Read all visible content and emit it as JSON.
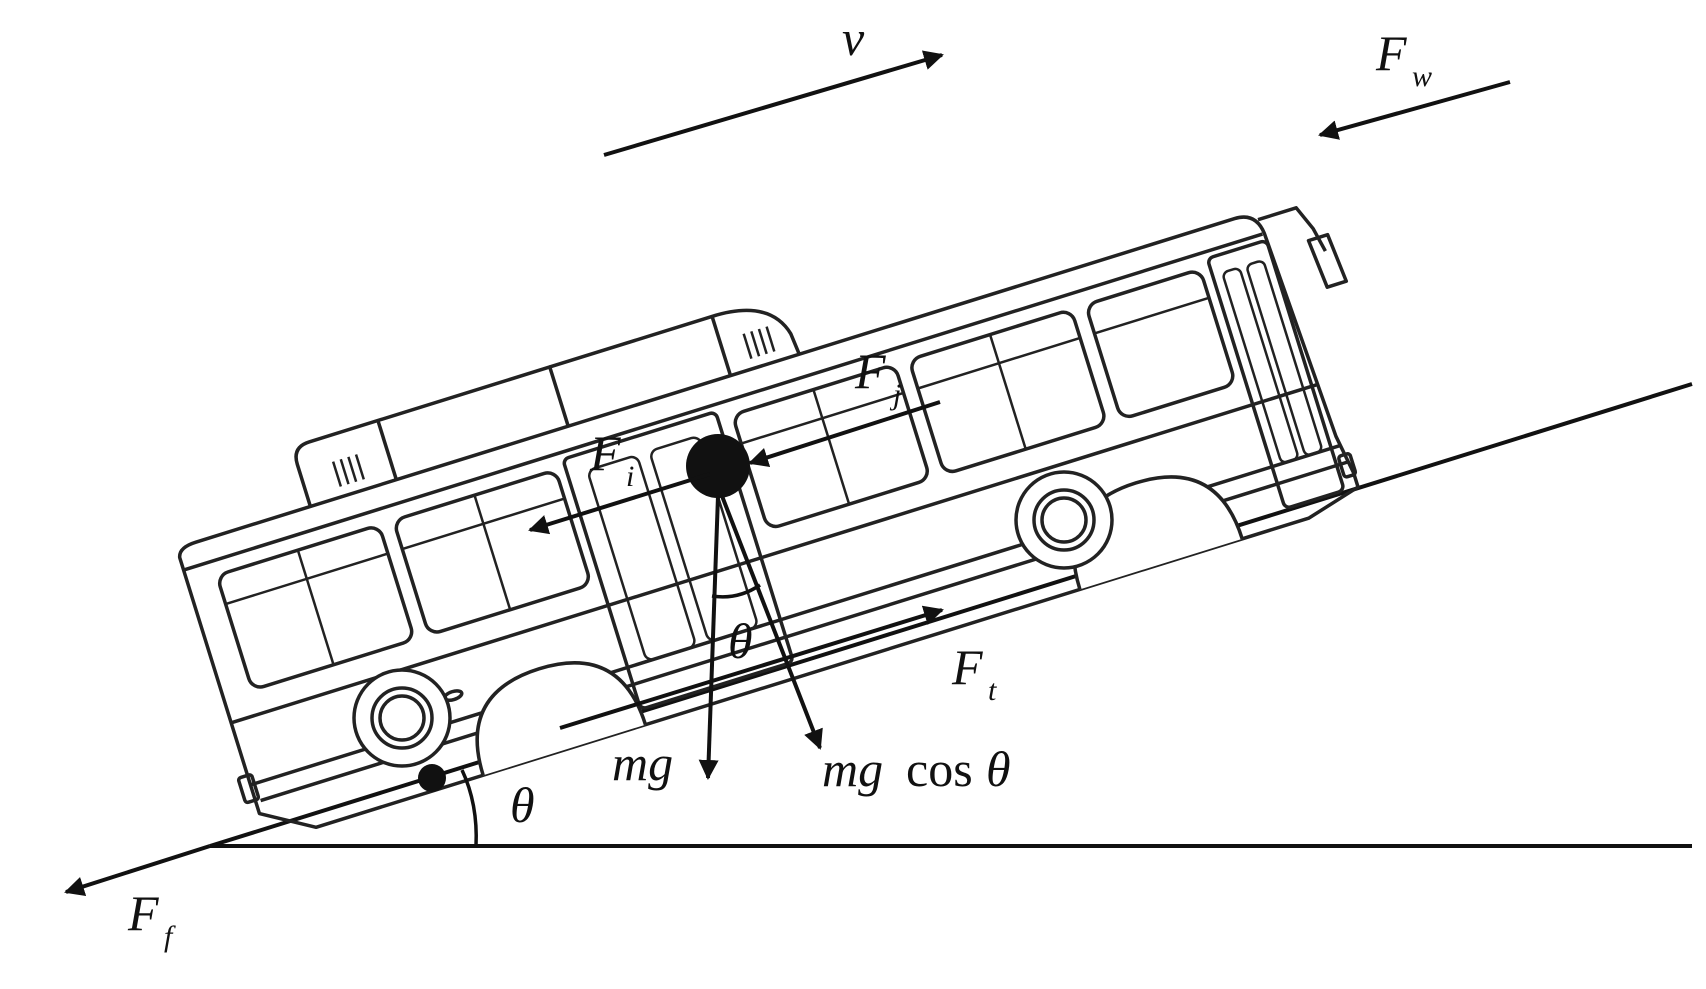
{
  "labels": {
    "velocity": "v",
    "wind_main": "F",
    "wind_sub": "w",
    "inertia_main": "F",
    "inertia_sub": "i",
    "grade_main": "F",
    "grade_sub": "j",
    "traction_main": "F",
    "traction_sub": "t",
    "friction_main": "F",
    "friction_sub": "f",
    "gravity": "mg",
    "normal_mg": "mg",
    "normal_cos": "cos",
    "normal_theta": "θ",
    "angle_body": "θ",
    "angle_slope": "θ"
  },
  "colors": {
    "line": "#111111",
    "background": "#ffffff"
  }
}
